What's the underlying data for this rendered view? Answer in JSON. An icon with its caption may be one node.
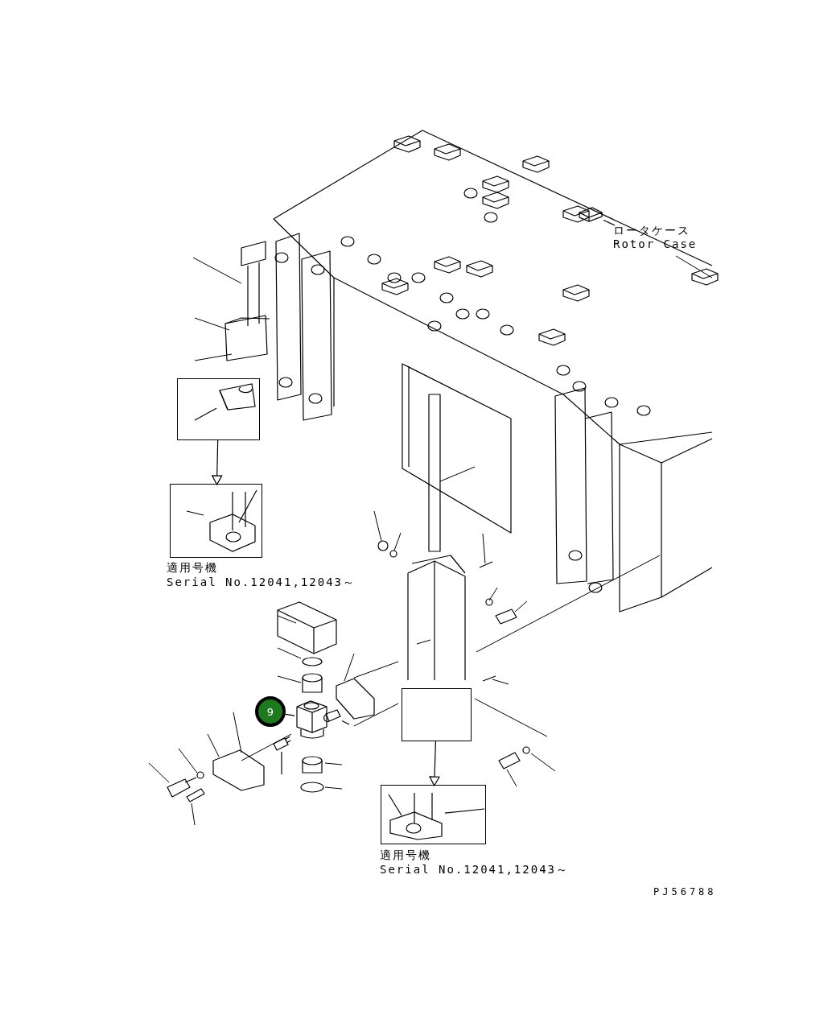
{
  "diagram": {
    "nodes": [
      {
        "text": [
          "ロータケース",
          "Rotor Case"
        ]
      },
      {
        "text": [],
        "shape": "picture"
      },
      {
        "text": [
          "9"
        ]
      },
      {
        "text": [],
        "shape": "picture"
      },
      {
        "text": [],
        "shape": "box"
      },
      {
        "text": [],
        "shape": "box",
        "beside": [
          "適用号機",
          "Serial No.12041,12043～"
        ]
      },
      {
        "text": [],
        "shape": "box"
      },
      {
        "text": [],
        "shape": "box",
        "beside": [
          "適用号機",
          "Serial No.12041,12043～"
        ]
      },
      {
        "text": [],
        "shape": "picture"
      },
      {
        "text": [],
        "shape": "picture"
      },
      {
        "text": [],
        "shape": "picture",
        "in": 4
      },
      {
        "text": [],
        "shape": "picture",
        "in": 5
      },
      {
        "text": [],
        "shape": "picture",
        "in": 7
      }
    ],
    "edges": [
      {
        "from": 0,
        "to": 1,
        "arrow": "none"
      },
      {
        "from": 2,
        "to": 3,
        "arrow": "none"
      },
      {
        "from": 4,
        "to": 5,
        "arrow": "to"
      },
      {
        "from": 6,
        "to": 7,
        "arrow": "to"
      },
      {
        "from": null,
        "to": 10,
        "arrow": "none"
      },
      {
        "from": null,
        "to": 11,
        "arrow": "none"
      },
      {
        "from": null,
        "to": 12,
        "arrow": "none"
      },
      {
        "from": null,
        "to": 8,
        "arrow": "none"
      },
      {
        "from": null,
        "to": 9,
        "arrow": "none"
      }
    ],
    "labels": [
      "PJ56788"
    ]
  }
}
